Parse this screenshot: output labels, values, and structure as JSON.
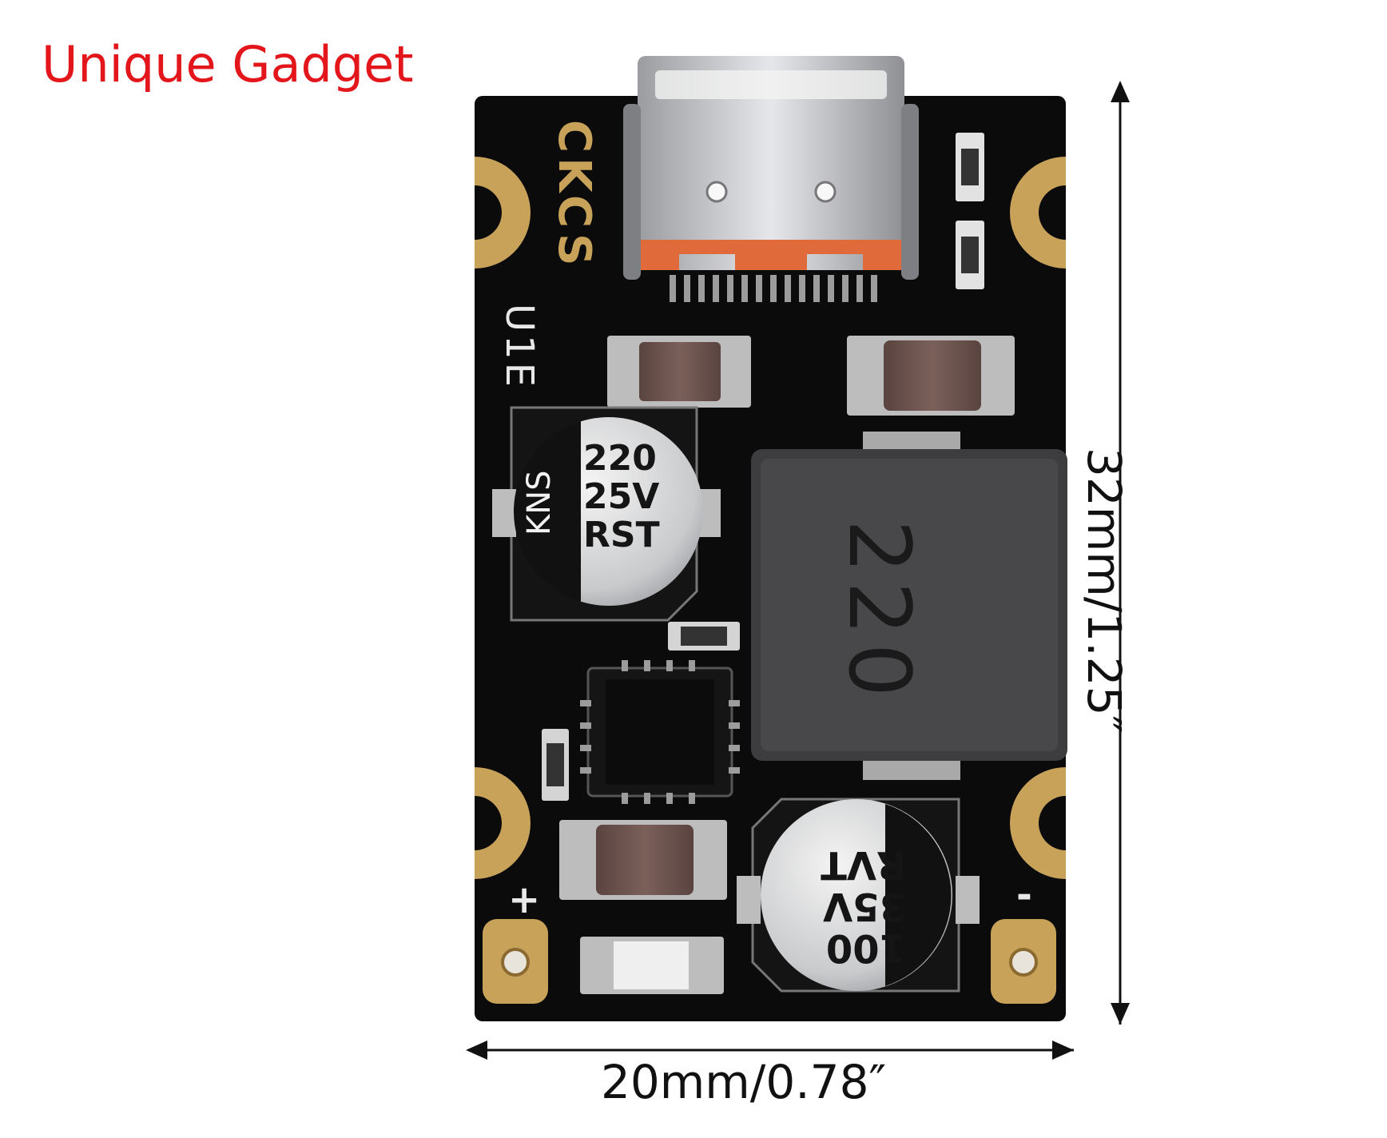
{
  "watermark": {
    "text": "Unique Gadget",
    "color": "#e3161b"
  },
  "board": {
    "brand_silk": "CKCS",
    "ref_silk": "U1E",
    "polarity_plus": "+",
    "polarity_minus": "-",
    "pcb_color": "#0b0b0c",
    "pad_color": "#c9a25a"
  },
  "components": {
    "input_cap": {
      "line1": "220",
      "line2": "25V",
      "line3": "RST",
      "side": "KNS"
    },
    "inductor_marking": "220",
    "output_cap": {
      "line1": "100",
      "line2": "35V",
      "line3": "RVT"
    }
  },
  "dimensions": {
    "width_label": "20mm/0.78″",
    "height_label": "32mm/1.25″"
  }
}
